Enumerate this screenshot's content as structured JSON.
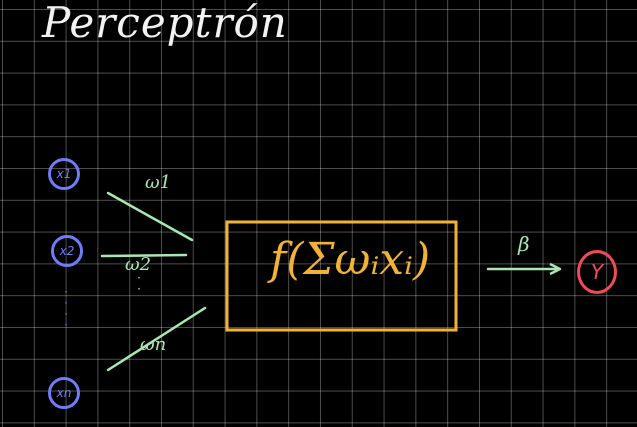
{
  "title": "Perceptrón",
  "inputs": [
    {
      "label": "x1",
      "weight": "ω1"
    },
    {
      "label": "x2",
      "weight": "ω2"
    },
    {
      "label": "xn",
      "weight": "ωn"
    }
  ],
  "function_label": "f(Σωᵢxᵢ)",
  "bias_label": "β",
  "output": {
    "label": "Y"
  },
  "colors": {
    "background": "#000000",
    "grid": "#6b6b6b",
    "title": "#f2f2f2",
    "inputs": "#6f7cf5",
    "weights": "#a8e8b0",
    "function_box": "#f2b233",
    "output": "#f24a5a"
  }
}
